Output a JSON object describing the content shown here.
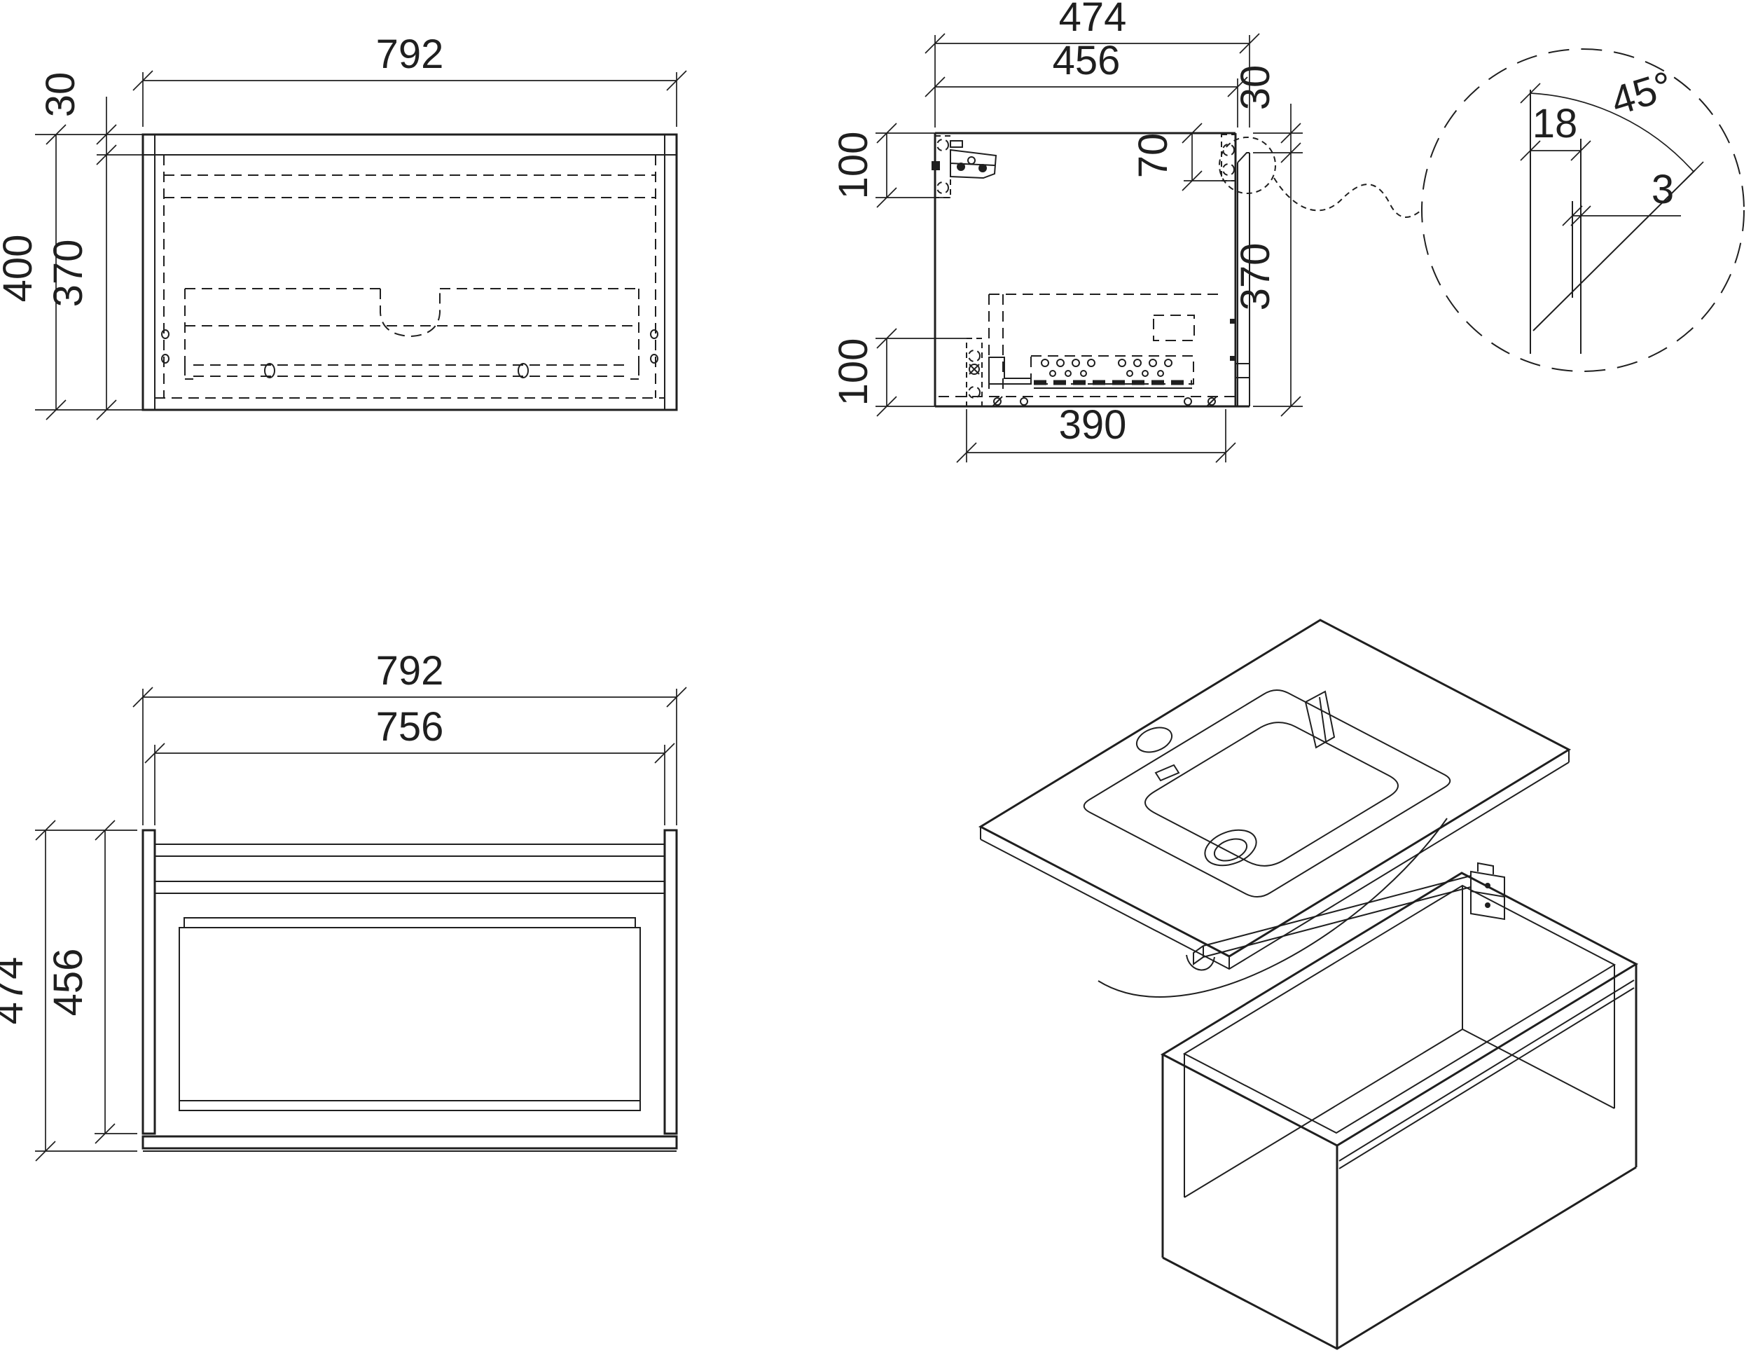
{
  "drawing_type": "furniture-technical-drawing",
  "subject": "wall-hung-vanity-unit-with-basin",
  "colors": {
    "line": "#1f1f1f",
    "background": "#ffffff"
  },
  "front_view": {
    "width": "792",
    "top_rail": "30",
    "height": "400",
    "front_height": "370"
  },
  "side_view": {
    "depth_total": "474",
    "depth_carcass": "456",
    "top_rail": "30",
    "bracket_height": "70",
    "back_offset_top": "100",
    "back_offset_bottom": "100",
    "front_height": "370",
    "rail_length": "390"
  },
  "plan_view": {
    "width": "792",
    "inner_width": "756",
    "depth": "474",
    "side_depth": "456"
  },
  "detail_view": {
    "chamfer_angle": "45°",
    "panel_thickness": "18",
    "edge_flat": "3"
  }
}
